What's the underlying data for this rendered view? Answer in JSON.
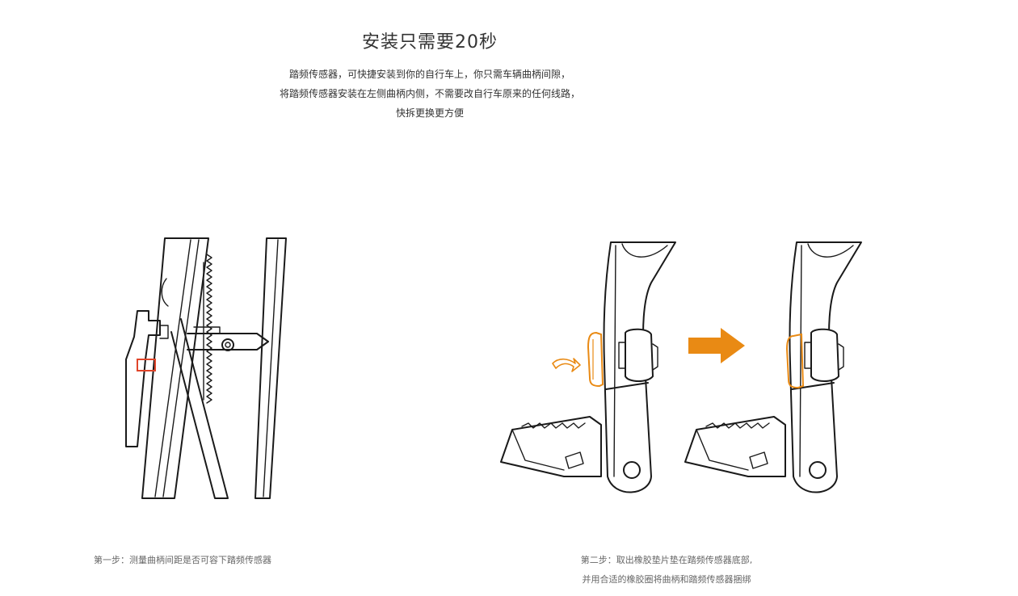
{
  "heading": {
    "title": "安装只需要20秒",
    "lines": [
      "踏频传感器，可快捷安装到你的自行车上，你只需车辆曲柄间隙，",
      "将踏频传感器安装在左侧曲柄内侧，不需要改自行车原来的任何线路，",
      "快拆更换更方便"
    ]
  },
  "steps": [
    {
      "caption_lines": [
        "第一步：测量曲柄间距是否可容下踏频传感器"
      ]
    },
    {
      "caption_lines": [
        "第二步：取出橡胶垫片垫在踏频传感器底部,",
        "并用合适的橡胶圈将曲柄和踏频传感器捆绑"
      ]
    }
  ],
  "colors": {
    "accent_orange": "#E98A14",
    "marker_red": "#E0452A",
    "line": "#1a1a1a"
  },
  "icons": {
    "step1": "crank-gap-measure-illustration",
    "step2_arrow": "right-arrow-icon",
    "step2_curved_arrow": "curved-arrow-icon"
  }
}
